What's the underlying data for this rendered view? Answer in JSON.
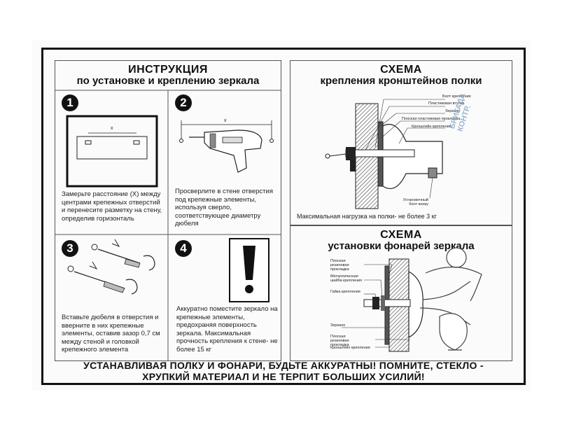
{
  "left": {
    "title_line1": "ИНСТРУКЦИЯ",
    "title_line2": "по установке и креплению зеркала",
    "steps": [
      {
        "num": "1",
        "text": "Замерьте расстояние (Х) между центрами крепежных отверстий и перенесите разметку на стену, определив горизонталь",
        "marker": "x"
      },
      {
        "num": "2",
        "text": "Просверлите в стене отверстия под крепежные элементы, используя сверло, соответствующее диаметру дюбеля",
        "marker": "x"
      },
      {
        "num": "3",
        "text": "Вставьте дюбеля в отверстия и вверните в них крепежные элементы, оставив зазор 0,7 см между стеной и головкой крепежного элемента"
      },
      {
        "num": "4",
        "text": "Аккуратно поместите зеркало на крепежные элементы, предохраняя поверхность зеркала. Максимальная прочность крепления к стене- не более 15 кг"
      }
    ]
  },
  "shelf": {
    "title_line1": "СХЕМА",
    "title_line2": "крепления кронштейнов полки",
    "labels": [
      "Болт крепления",
      "Пластиковая втулка",
      "Зеркало",
      "Плоская пластиковая прокладка",
      "Кронштейн крепления",
      "Установочный болт внизу"
    ],
    "max_load": "Максимальная нагрузка на полки- не более 3 кг"
  },
  "lamp": {
    "title_line1": "СХЕМА",
    "title_line2": "установки фонарей зеркала",
    "labels": [
      "Плоская резиновая прокладка",
      "Металлическая шайба крепления",
      "Гайка крепления",
      "Зеркало",
      "Плоская резиновая прокладка",
      "Кронштейн крепления"
    ]
  },
  "footer_line1": "УСТАНАВЛИВАЯ ПОЛКУ И ФОНАРИ, БУДЬТЕ АККУРАТНЫ! ПОМНИТЕ, СТЕКЛО -",
  "footer_line2": "ХРУПКИЙ МАТЕРИАЛ И НЕ ТЕРПИТ БОЛЬШИХ УСИЛИЙ!",
  "stamp": [
    "БРИГАДА",
    "КОНТР."
  ]
}
